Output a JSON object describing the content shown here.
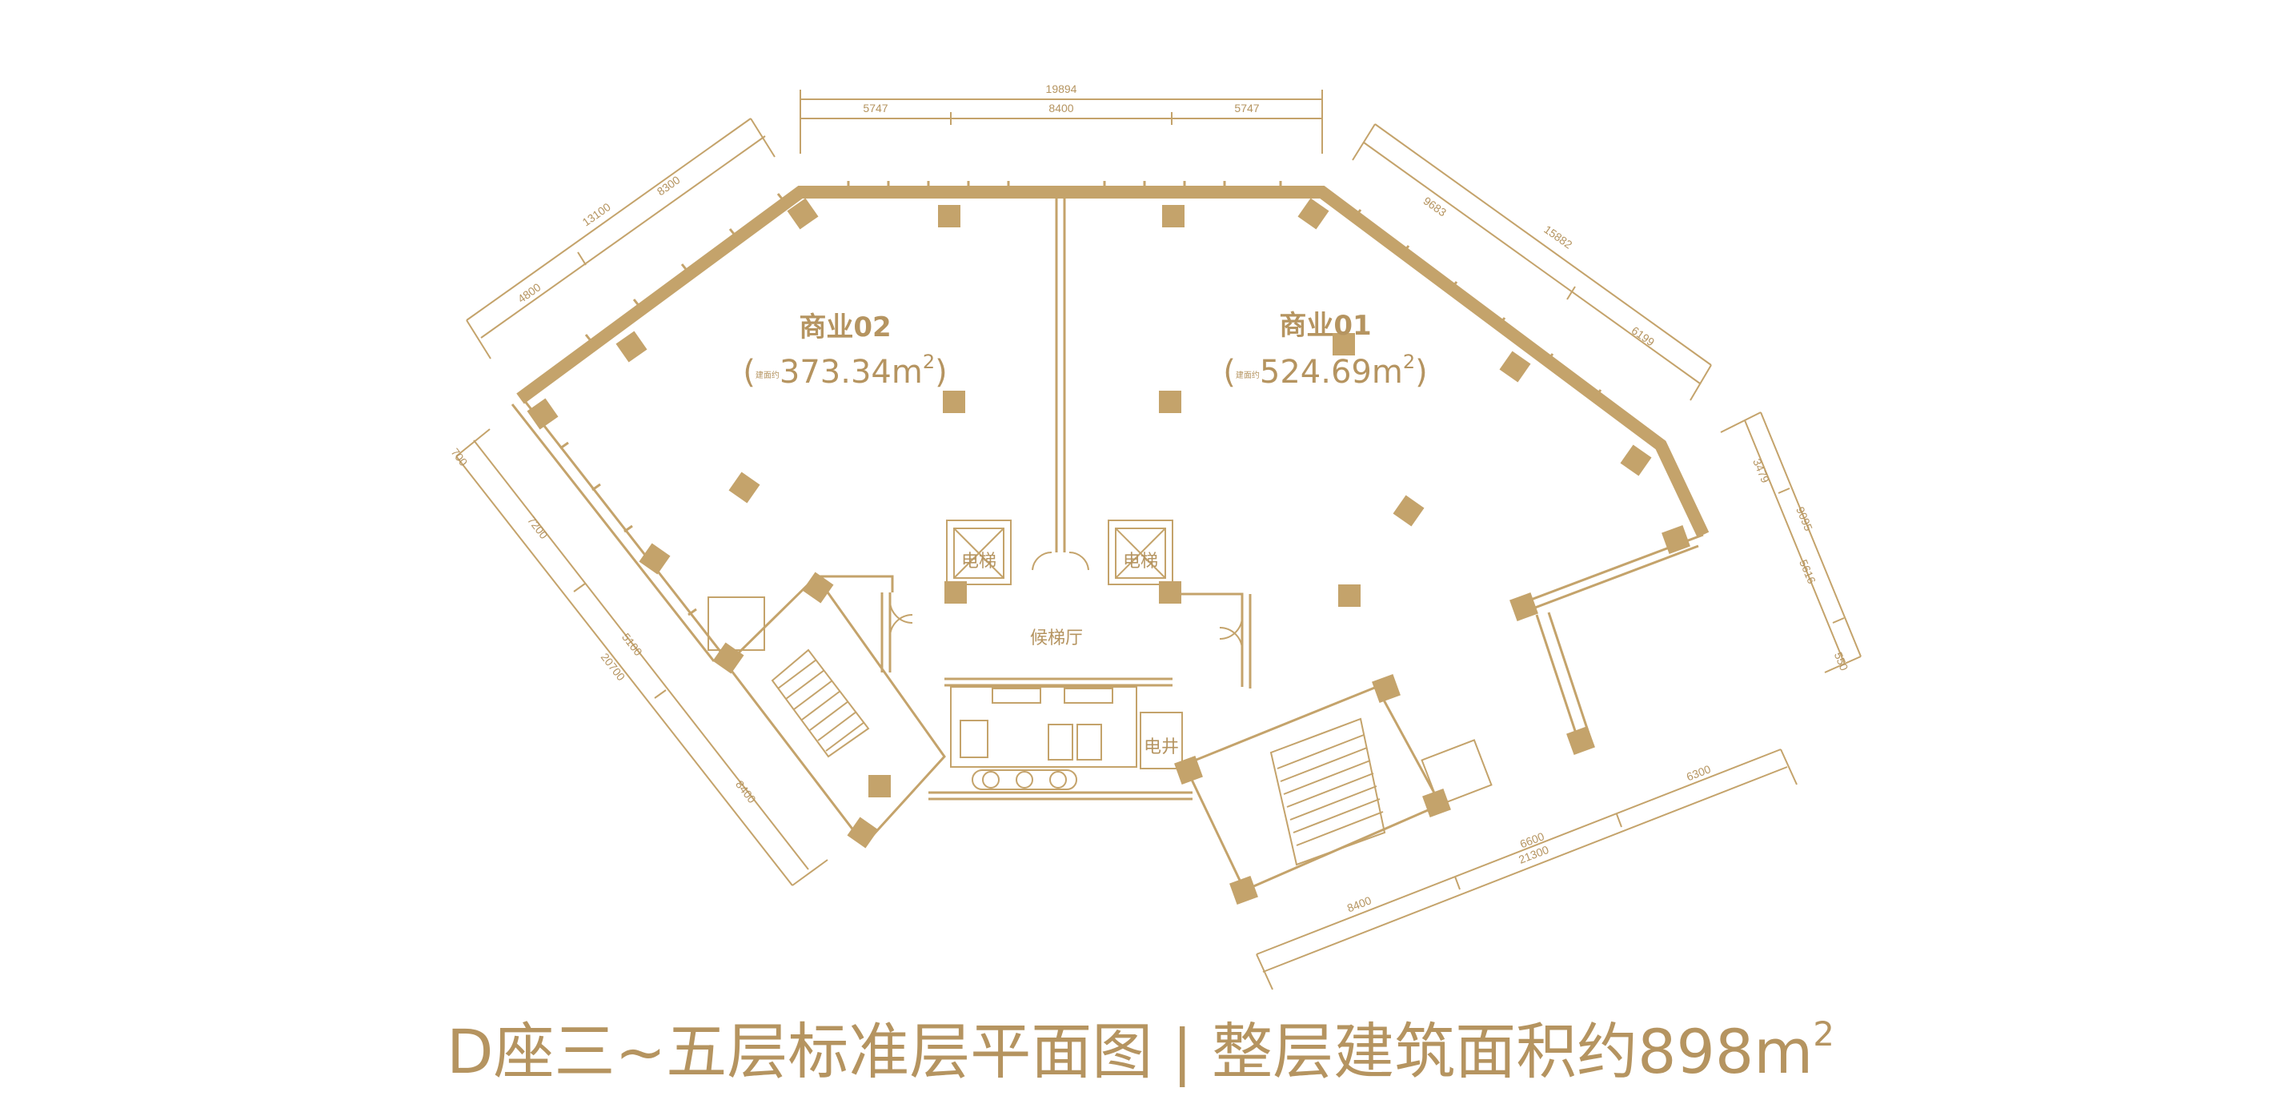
{
  "colors": {
    "gold": "#c4a36b",
    "text": "#b59460",
    "background": "#ffffff"
  },
  "rooms": [
    {
      "name": "商业02",
      "area_prefix": "(",
      "area_label": "建面约",
      "area_value": "373.34m",
      "area_sup": "2",
      "area_suffix": ")"
    },
    {
      "name": "商业01",
      "area_prefix": "(",
      "area_label": "建面约",
      "area_value": "524.69m",
      "area_sup": "2",
      "area_suffix": ")"
    }
  ],
  "labels": {
    "lift_lobby": "候梯厅",
    "elevator_1": "电梯",
    "elevator_2": "电梯",
    "electric_shaft": "电井"
  },
  "dimensions": {
    "top_total": "19894",
    "top_left": "5747",
    "top_mid": "8400",
    "top_right": "5747",
    "upper_left_total": "13100",
    "upper_left_a": "4800",
    "upper_left_b": "8300",
    "upper_right_total": "15882",
    "upper_right_a": "9683",
    "upper_right_b": "6199",
    "left_top": "700",
    "left_total": "20700",
    "left_a": "7200",
    "left_b": "5100",
    "left_c": "8400",
    "right_total": "9095",
    "right_a": "3479",
    "right_b": "5616",
    "right_c": "550",
    "bottom_total": "21300",
    "bottom_a": "8400",
    "bottom_b": "6600",
    "bottom_c": "6300"
  },
  "title": {
    "main": "D座三~五层标准层平面图 | 整层建筑面积约898m",
    "sup": "2"
  }
}
